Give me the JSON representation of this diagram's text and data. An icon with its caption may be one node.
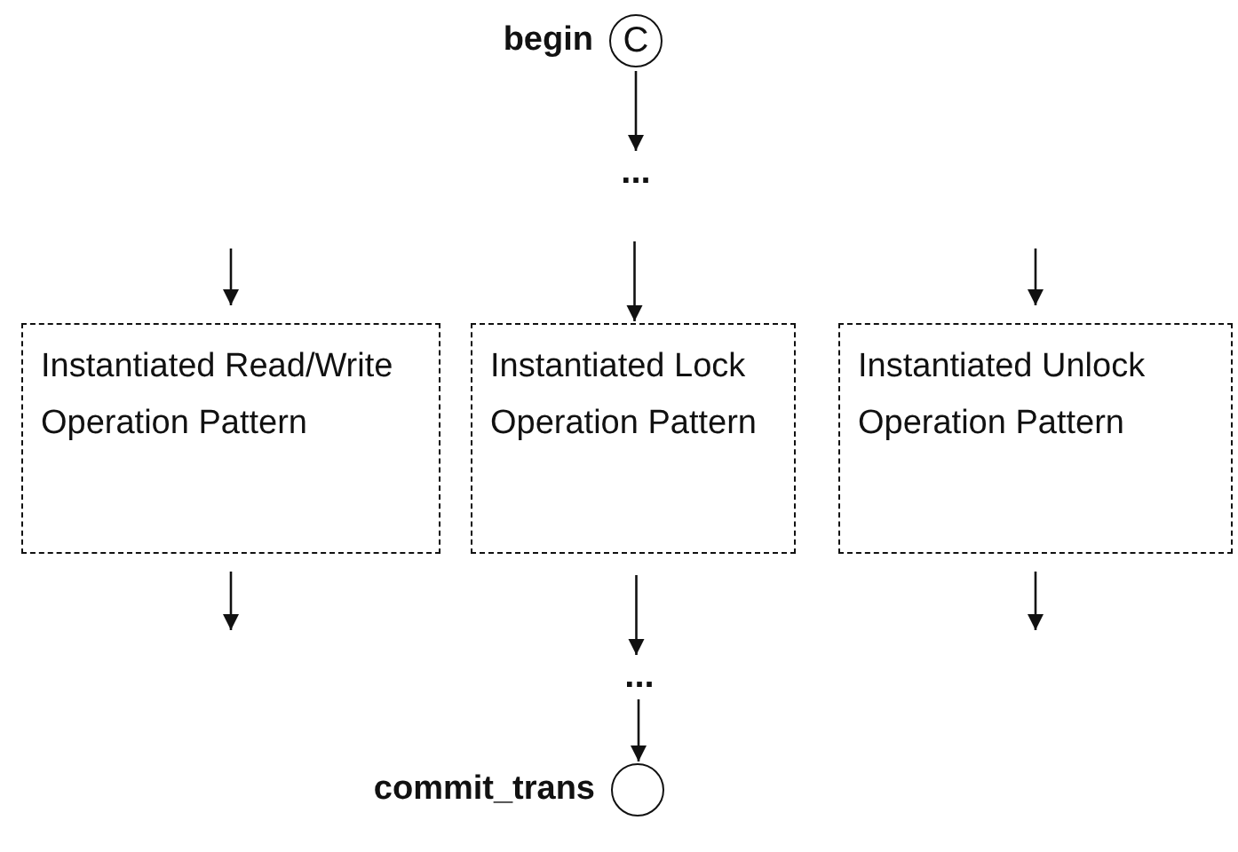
{
  "diagram": {
    "nodes": [
      {
        "text": [
          "C"
        ],
        "beside": [
          "begin"
        ]
      },
      {
        "text": [
          "..."
        ]
      },
      {
        "text": [
          "Instantiated Read/Write Operation Pattern"
        ]
      },
      {
        "text": [
          "Instantiated Lock Operation Pattern"
        ]
      },
      {
        "text": [
          "Instantiated Unlock Operation Pattern"
        ]
      },
      {
        "text": [
          "..."
        ]
      },
      {
        "text": [],
        "shape": "circle",
        "beside": [
          "commit_trans"
        ]
      }
    ],
    "edges": [
      {
        "from": 0,
        "to": 1,
        "arrow": "to"
      },
      {
        "from": null,
        "to": 2,
        "arrow": "to"
      },
      {
        "from": 1,
        "to": 3,
        "arrow": "to"
      },
      {
        "from": null,
        "to": 4,
        "arrow": "to"
      },
      {
        "from": 2,
        "to": null,
        "arrow": "to"
      },
      {
        "from": 3,
        "to": 5,
        "arrow": "to"
      },
      {
        "from": 4,
        "to": null,
        "arrow": "to"
      },
      {
        "from": 5,
        "to": 6,
        "arrow": "to"
      }
    ]
  }
}
